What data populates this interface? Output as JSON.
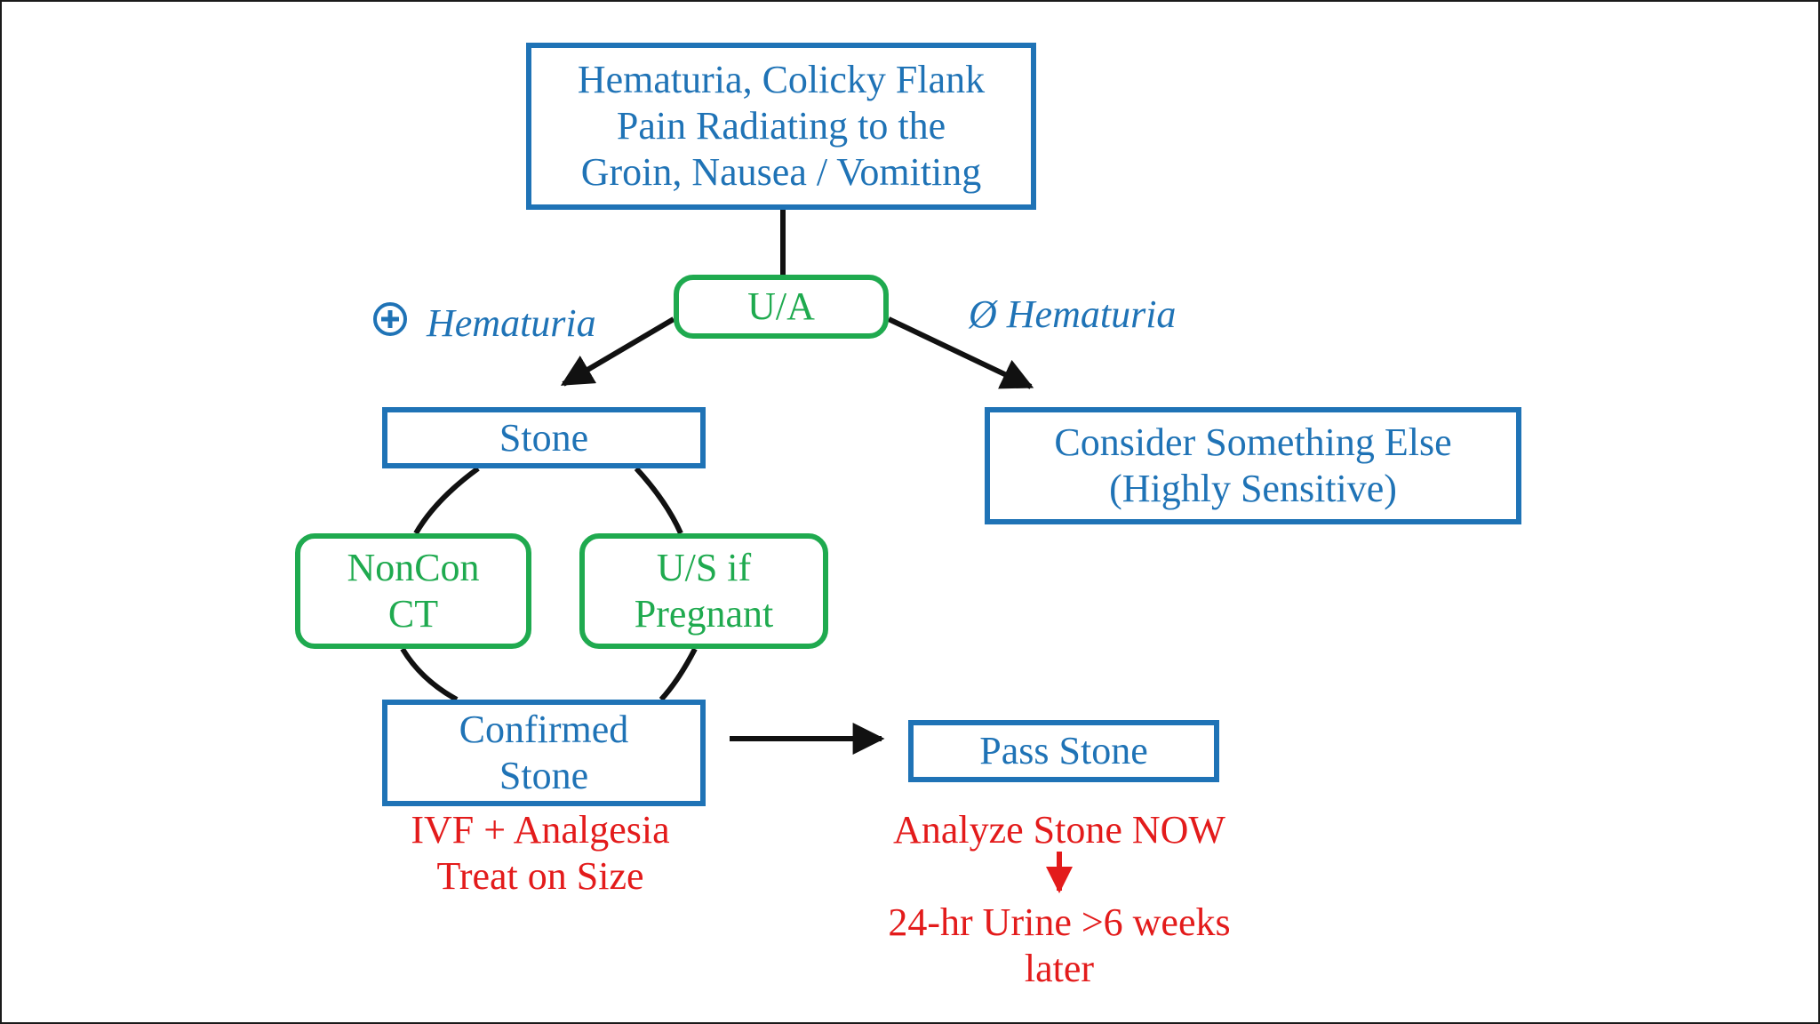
{
  "nodes": {
    "symptoms": "Hematuria, Colicky Flank\nPain Radiating to the\nGroin, Nausea / Vomiting",
    "ua": "U/A",
    "stone": "Stone",
    "consider": "Consider Something Else\n(Highly Sensitive)",
    "noncon_ct": "NonCon\nCT",
    "us_pregnant": "U/S if\nPregnant",
    "confirmed_stone": "Confirmed\nStone",
    "pass_stone": "Pass Stone"
  },
  "branch_labels": {
    "positive": "Hematuria",
    "negative": "Ø Hematuria"
  },
  "notes": {
    "treatment": "IVF + Analgesia\nTreat on Size",
    "analyze": "Analyze Stone NOW",
    "urine": "24-hr Urine >6 weeks\nlater"
  },
  "icons": {
    "positive_marker": "plus-circle-icon"
  },
  "colors": {
    "box_blue": "#1f73b6",
    "box_green": "#1faa4f",
    "note_red": "#e31b1b",
    "connector": "#111111"
  }
}
